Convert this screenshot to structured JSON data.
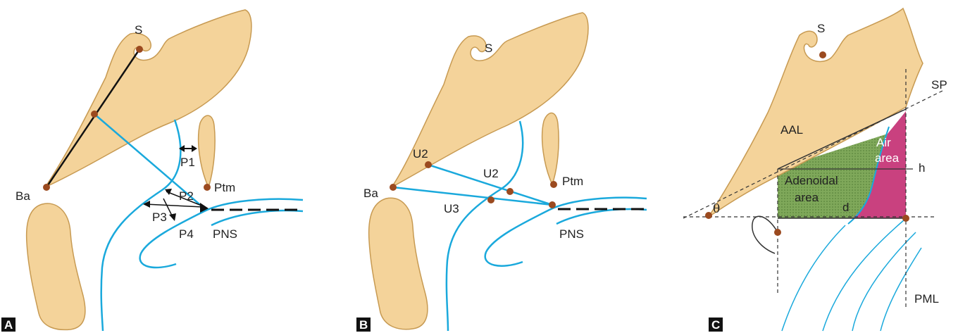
{
  "colors": {
    "bone_fill": "#f4d39a",
    "bone_stroke": "#c79a52",
    "soft_tissue_line": "#1aa9dc",
    "landmark_dot": "#9b4a1f",
    "adenoid_fill": "#7fa85a",
    "air_fill": "#c9417f",
    "black_line": "#111111"
  },
  "panels": [
    {
      "letter": "A",
      "labels": {
        "s": "S",
        "ba": "Ba",
        "ptm": "Ptm",
        "pns": "PNS",
        "p1": "P1",
        "p2": "P2",
        "p3": "P3",
        "p4": "P4"
      }
    },
    {
      "letter": "B",
      "labels": {
        "s": "S",
        "ba": "Ba",
        "ptm": "Ptm",
        "pns": "PNS",
        "u2_top": "U2",
        "u2_mid": "U2",
        "u3": "U3"
      }
    },
    {
      "letter": "C",
      "labels": {
        "s": "S",
        "sp": "SP",
        "aal": "AAL",
        "air_area_line1": "Air",
        "air_area_line2": "area",
        "h": "h",
        "adenoidal_line1": "Adenoidal",
        "adenoidal_line2": "area",
        "d": "d",
        "theta": "θ",
        "pml": "PML"
      }
    }
  ]
}
